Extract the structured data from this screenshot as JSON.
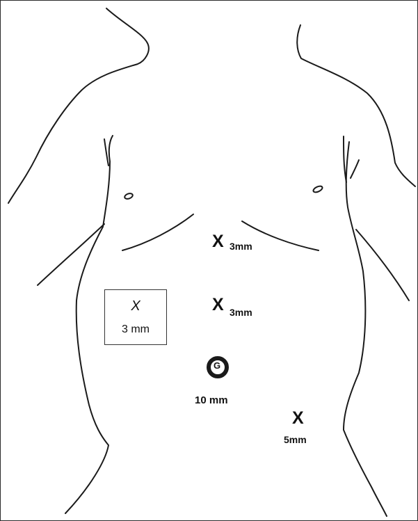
{
  "legend": {
    "symbol": "X",
    "size": "3 mm"
  },
  "ports": [
    {
      "symbol": "X",
      "size": "3mm"
    },
    {
      "symbol": "X",
      "size": "3mm"
    },
    {
      "symbol": "G",
      "size": "10 mm"
    },
    {
      "symbol": "X",
      "size": "5mm"
    }
  ],
  "colors": {
    "line": "#1a1a1a",
    "background": "#ffffff"
  }
}
